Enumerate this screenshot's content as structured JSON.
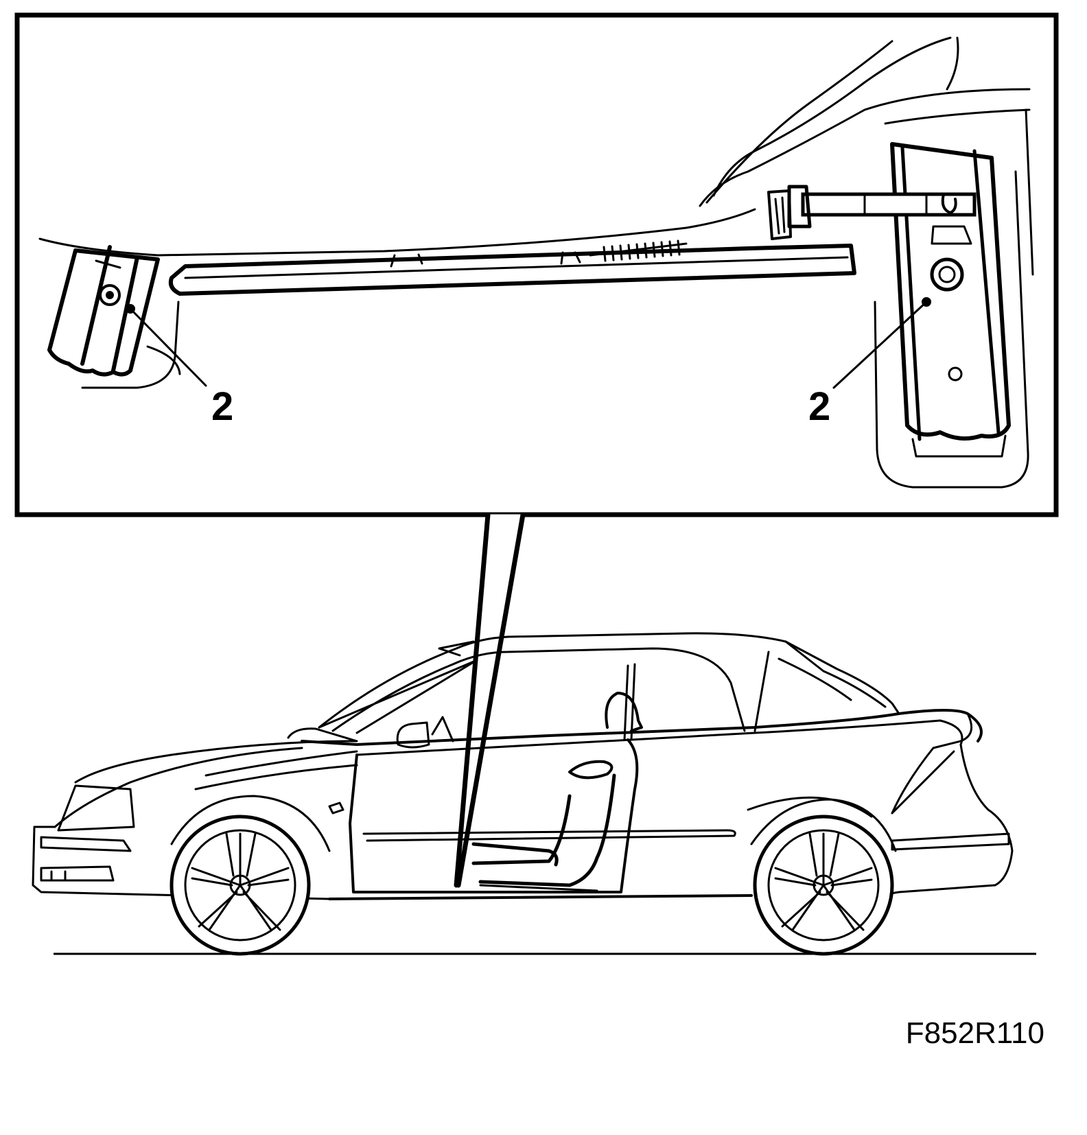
{
  "figure_id": "F852R110",
  "callouts": [
    {
      "label": "2"
    },
    {
      "label": "2"
    }
  ]
}
